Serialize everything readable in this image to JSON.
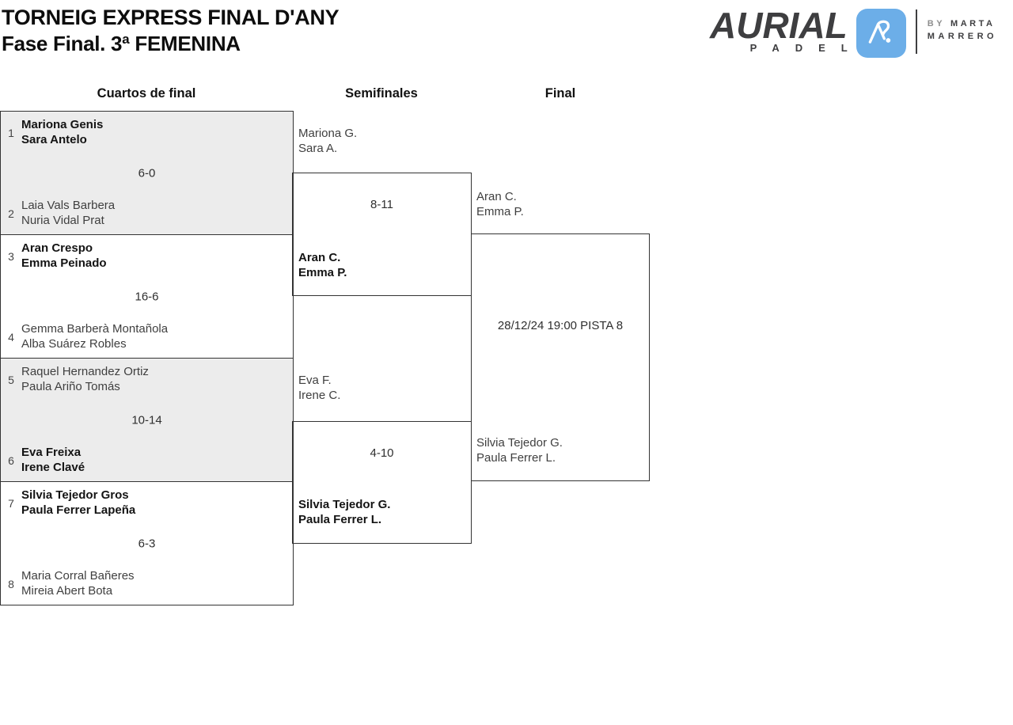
{
  "header": {
    "title_line1": "TORNEIG EXPRESS FINAL D'ANY",
    "title_line2": "Fase Final. 3ª FEMENINA"
  },
  "logo": {
    "brand": "AURIAL",
    "sub": "PADEL",
    "by_prefix": "BY",
    "by_name1": "MARTA",
    "by_name2": "MARRERO"
  },
  "colors": {
    "logo_blue": "#6caee8",
    "logo_dark": "#3e3e40",
    "box_shade": "#ececec",
    "border": "#333333"
  },
  "columns": [
    "Cuartos de final",
    "Semifinales",
    "Final"
  ],
  "bracket": {
    "quarterfinals": [
      {
        "seed_top": "1",
        "team_top": [
          "Mariona Genis",
          "Sara Antelo"
        ],
        "score": "6-0",
        "seed_bottom": "2",
        "team_bottom": [
          "Laia Vals Barbera",
          "Nuria Vidal Prat"
        ]
      },
      {
        "seed_top": "3",
        "team_top": [
          "Aran Crespo",
          "Emma Peinado"
        ],
        "score": "16-6",
        "seed_bottom": "4",
        "team_bottom": [
          "Gemma Barberà Montañola",
          "Alba Suárez Robles"
        ]
      },
      {
        "seed_top": "5",
        "team_top": [
          "Raquel Hernandez Ortiz",
          "Paula Ariño Tomás"
        ],
        "score": "10-14",
        "seed_bottom": "6",
        "team_bottom": [
          "Eva Freixa",
          "Irene Clavé"
        ]
      },
      {
        "seed_top": "7",
        "team_top": [
          "Silvia Tejedor Gros",
          "Paula Ferrer Lapeña"
        ],
        "score": "6-3",
        "seed_bottom": "8",
        "team_bottom": [
          "Maria Corral Bañeres",
          "Mireia Abert Bota"
        ]
      }
    ],
    "semifinals": [
      {
        "team_top": [
          "Mariona G.",
          "Sara A."
        ],
        "score": "8-11",
        "team_bottom": [
          "Aran C.",
          "Emma P."
        ]
      },
      {
        "team_top": [
          "Eva F.",
          "Irene C."
        ],
        "score": "4-10",
        "team_bottom": [
          "Silvia Tejedor G.",
          "Paula Ferrer L."
        ]
      }
    ],
    "final": {
      "team_top": [
        "Aran C.",
        "Emma P."
      ],
      "schedule": "28/12/24 19:00 PISTA 8",
      "team_bottom": [
        "Silvia Tejedor G.",
        "Paula Ferrer L."
      ]
    }
  }
}
